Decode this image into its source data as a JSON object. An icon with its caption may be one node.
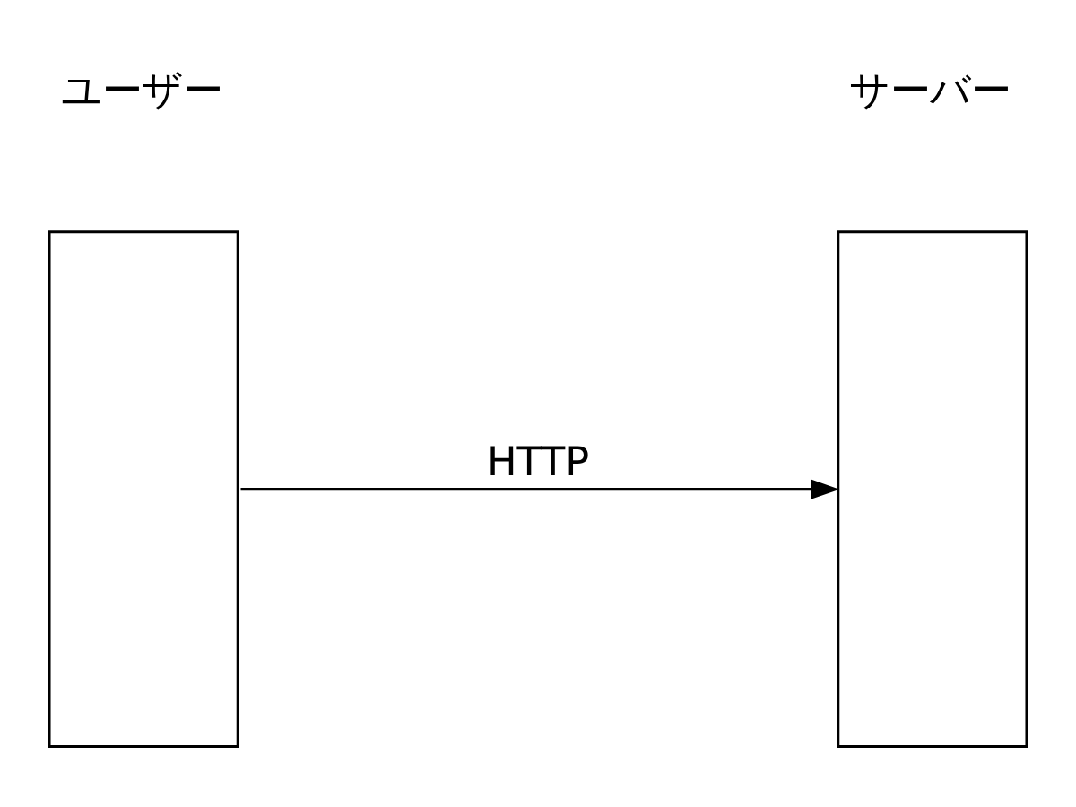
{
  "diagram": {
    "nodes": [
      {
        "text": [
          "ユーザー"
        ]
      },
      {
        "text": [
          "サーバー"
        ]
      }
    ],
    "edges": [
      {
        "from": 0,
        "to": 1,
        "arrow": "to",
        "label": "HTTP"
      }
    ]
  }
}
